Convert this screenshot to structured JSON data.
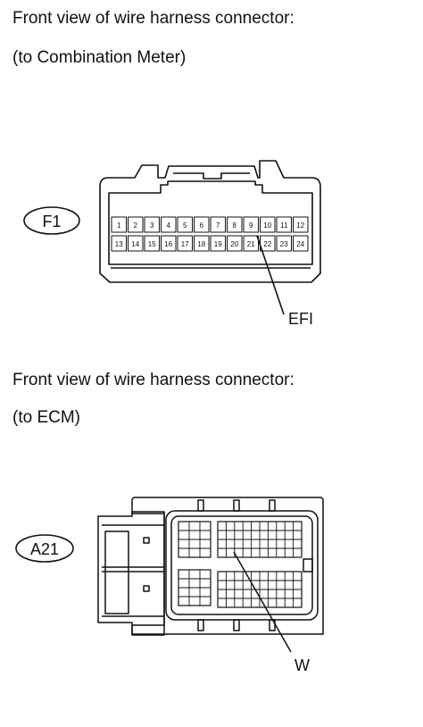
{
  "connector_f1": {
    "caption_line1": "Front view of wire harness connector:",
    "caption_line2": "(to Combination Meter)",
    "label": "F1",
    "pins_top": [
      "1",
      "2",
      "3",
      "4",
      "5",
      "6",
      "7",
      "8",
      "9",
      "10",
      "11",
      "12"
    ],
    "pins_bottom": [
      "13",
      "14",
      "15",
      "16",
      "17",
      "18",
      "19",
      "20",
      "21",
      "22",
      "23",
      "24"
    ],
    "wire_label": "EFI"
  },
  "connector_a21": {
    "caption_line1": "Front view of wire harness connector:",
    "caption_line2": "(to ECM)",
    "label": "A21",
    "wire_label": "W"
  }
}
